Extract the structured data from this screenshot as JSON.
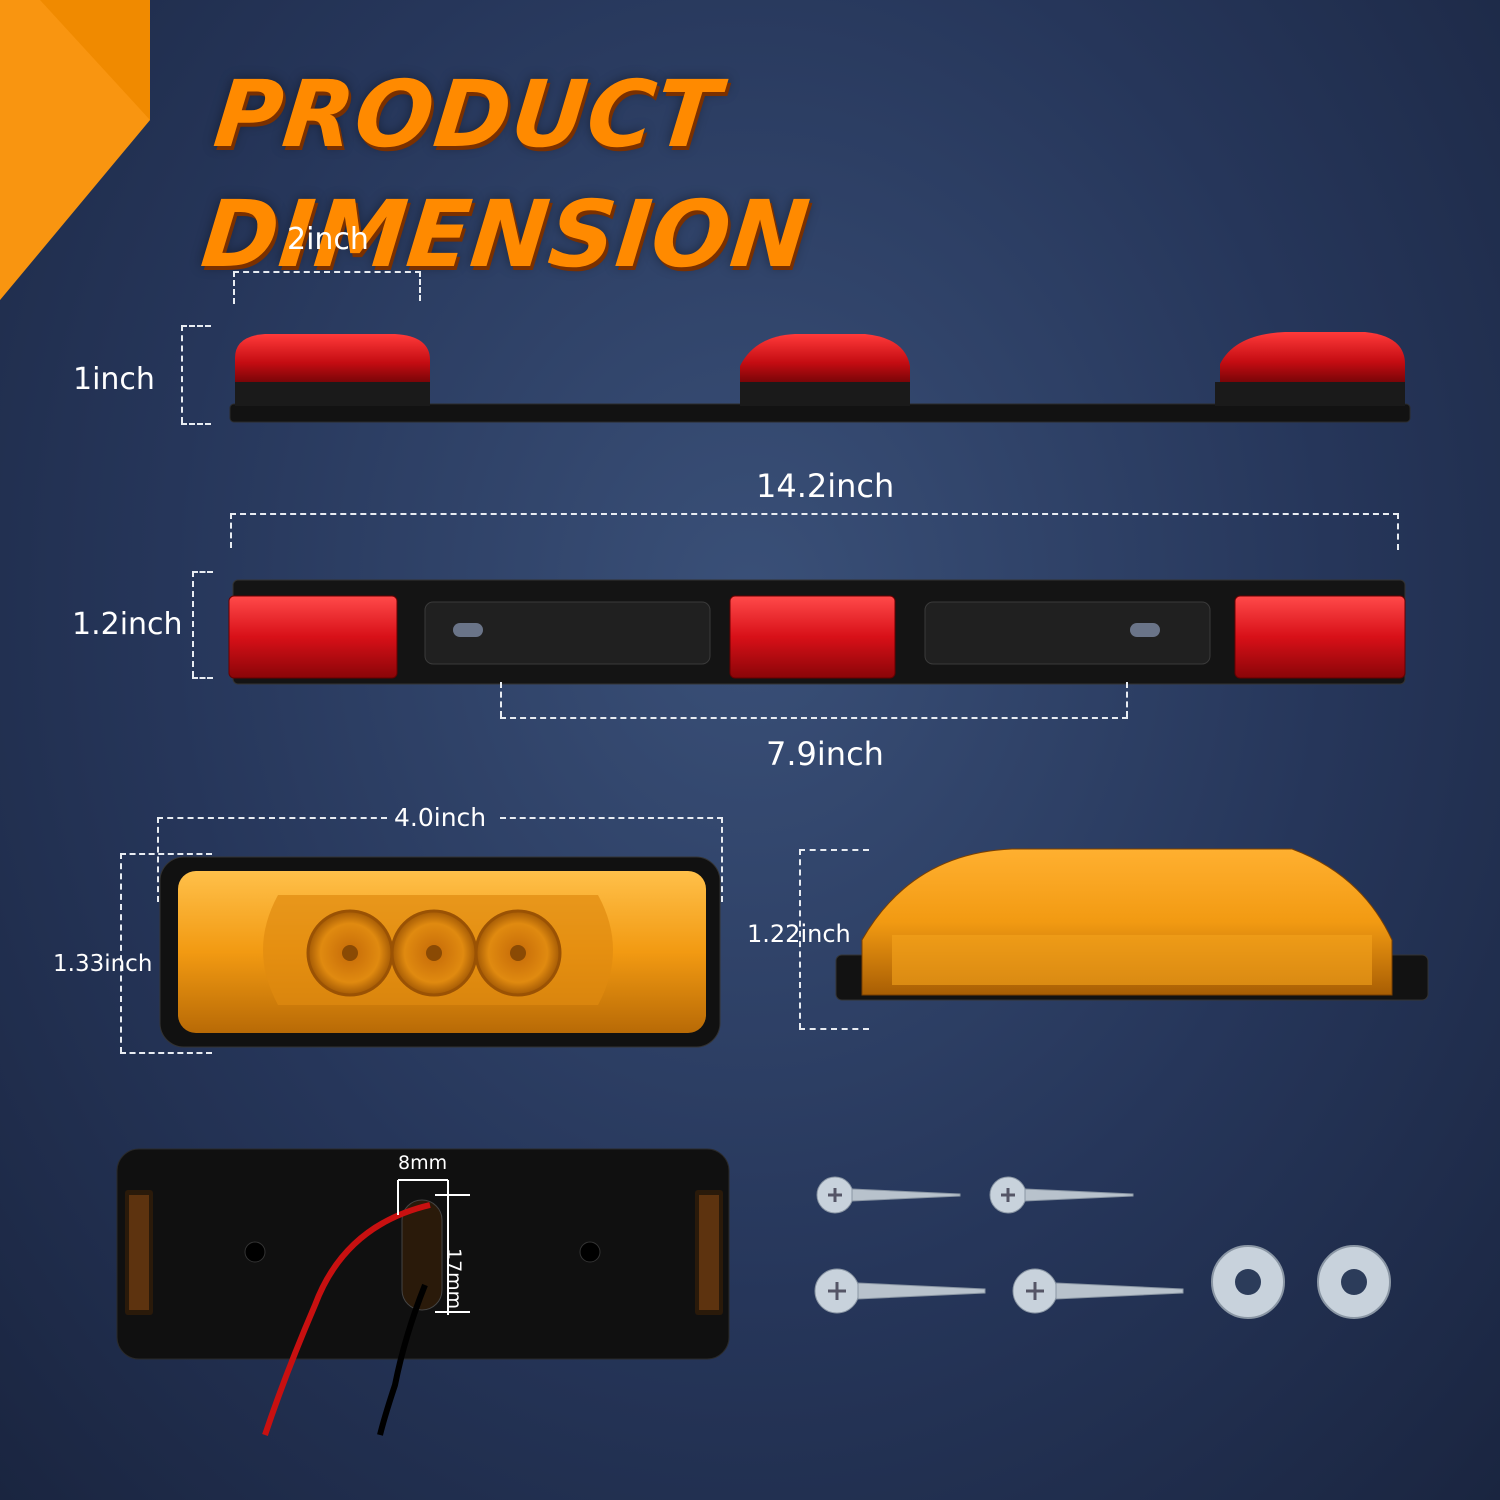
{
  "title": "PRODUCT DIMENSION",
  "colors": {
    "accent": "#ff8a00",
    "background": "#26365a",
    "red_lens": "#d81018",
    "amber_lens": "#f2a21a",
    "housing": "#151515"
  },
  "dimensions": {
    "lamp_width": "2inch",
    "lamp_height_side": "1inch",
    "bar_length": "14.2inch",
    "bar_height": "1.2inch",
    "hole_spacing": "7.9inch",
    "single_lamp_length": "4.0inch",
    "single_lamp_width": "1.33inch",
    "single_lamp_height": "1.22inch",
    "wire_hole_width": "8mm",
    "wire_hole_height": "17mm"
  },
  "hardware": {
    "screws": 4,
    "washers": 2
  }
}
